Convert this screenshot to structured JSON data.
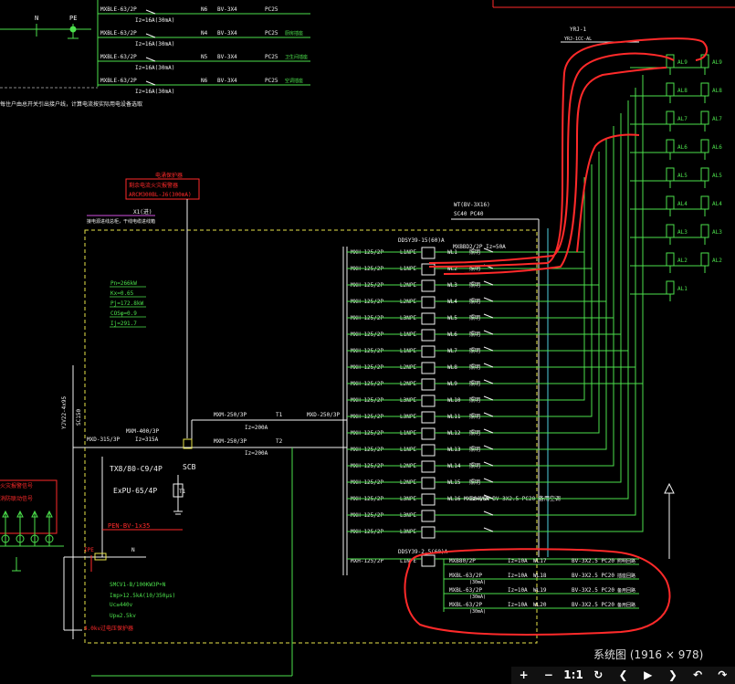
{
  "colors": {
    "green": "#4ce04c",
    "red": "#ff2a2a",
    "white": "#f2f2f2",
    "yellow": "#e8e44a",
    "magenta": "#d24fe0",
    "cyan": "#4fd0e0",
    "bg": "#000000"
  },
  "top_left": {
    "n_label": "N",
    "pe_label": "PE",
    "rows": [
      {
        "breaker": "MXBLE-63/2P",
        "setting": "Iz=16A(30mA)",
        "phase": "N6",
        "cable": "BV-3X4",
        "pipe": "PC25",
        "note": "",
        "y": 6
      },
      {
        "breaker": "MXBLE-63/2P",
        "setting": "Iz=16A(30mA)",
        "phase": "N4",
        "cable": "BV-3X4",
        "pipe": "PC25",
        "note": "厨房插座",
        "y": 32
      },
      {
        "breaker": "MXBLE-63/2P",
        "setting": "Iz=16A(30mA)",
        "phase": "N5",
        "cable": "BV-3X4",
        "pipe": "PC25",
        "note": "卫生间插座",
        "y": 58
      },
      {
        "breaker": "MXBLE-63/2P",
        "setting": "Iz=16A(30mA)",
        "phase": "N6",
        "cable": "BV-3X4",
        "pipe": "PC25",
        "note": "空调插座",
        "y": 84
      }
    ],
    "note_text": "每住户由总开关引出接户线，计算电流按实际用电设备选取"
  },
  "spd_box": {
    "tag": "电涌保护器",
    "line1": "剩余电流火灾报警器",
    "line2": "ARCM300BL-J6(300mA)"
  },
  "incoming": {
    "label": "YJV22-4x95",
    "label2": "SC150",
    "x1": "X1(进)",
    "x1_sub": "接电源进线总柜，干线电缆进线箱",
    "pe_cable": "PEN-BV-1x35"
  },
  "params": {
    "pn": "Pn=266kW",
    "kx": "Kx=0.65",
    "pj": "Pj=172.8kW",
    "cos": "COSφ=0.9",
    "ij": "Ij=291.7"
  },
  "main": {
    "mxd": "MXD-315/3P",
    "mxm": "MXM-400/3P",
    "iz": "Iz=315A",
    "tx": "TX8/80-C9/4P",
    "ex": "ExPU-65/4P",
    "scb": "SCB",
    "t1": "T1"
  },
  "outgoing": {
    "o1": "MXM-250/3P",
    "o2": "MXM-250/3P",
    "iz": "Iz=200A",
    "t1": "T1",
    "t2": "T2",
    "mxd2": "MXD-250/3P",
    "dds1": "DDSY39-15(60)A",
    "mxb": "MXBBD2/2P Iz=50A",
    "wt": "WT(BV-3X16)",
    "wt2": "SC40 PC40",
    "dds2": "DDSY39-2.5(60)A",
    "breakers": [
      {
        "b": "MXH-125/2P",
        "ph": "L1NPE",
        "wl": "WL1",
        "t": "照明"
      },
      {
        "b": "MXH-125/2P",
        "ph": "L1NPE",
        "wl": "WL2",
        "t": "照明"
      },
      {
        "b": "MXH-125/2P",
        "ph": "L2NPE",
        "wl": "WL3",
        "t": "照明"
      },
      {
        "b": "MXH-125/2P",
        "ph": "L2NPE",
        "wl": "WL4",
        "t": "照明"
      },
      {
        "b": "MXH-125/2P",
        "ph": "L3NPE",
        "wl": "WL5",
        "t": "照明"
      },
      {
        "b": "MXH-125/2P",
        "ph": "L1NPE",
        "wl": "WL6",
        "t": "照明"
      },
      {
        "b": "MXH-125/2P",
        "ph": "L1NPE",
        "wl": "WL7",
        "t": "照明"
      },
      {
        "b": "MXH-125/2P",
        "ph": "L2NPE",
        "wl": "WL8",
        "t": "照明"
      },
      {
        "b": "MXH-125/2P",
        "ph": "L2NPE",
        "wl": "WL9",
        "t": "照明"
      },
      {
        "b": "MXH-125/2P",
        "ph": "L3NPE",
        "wl": "WL10",
        "t": "照明"
      },
      {
        "b": "MXH-125/2P",
        "ph": "L3NPE",
        "wl": "WL11",
        "t": "照明"
      },
      {
        "b": "MXH-125/2P",
        "ph": "L1NPE",
        "wl": "WL12",
        "t": "照明"
      },
      {
        "b": "MXH-125/2P",
        "ph": "L1NPE",
        "wl": "WL13",
        "t": "照明"
      },
      {
        "b": "MXH-125/2P",
        "ph": "L2NPE",
        "wl": "WL14",
        "t": "照明"
      },
      {
        "b": "MXH-125/2P",
        "ph": "L2NPE",
        "wl": "WL15",
        "t": "照明"
      },
      {
        "b": "MXH-125/2P",
        "ph": "L3NPE",
        "wl": "WL16 MXB80/2P",
        "t": "Iz=16A BV-3X2.5 PC20 备用空调"
      },
      {
        "b": "MXH-125/2P",
        "ph": "L3NPE",
        "wl": "",
        "t": ""
      },
      {
        "b": "MXH-125/2P",
        "ph": "L3NPE",
        "wl": "",
        "t": ""
      }
    ],
    "last": {
      "b": "MXH-125/2P",
      "ph": "L1NPE"
    },
    "sub": [
      {
        "b": "MXB80/2P",
        "iz": "Iz=10A",
        "wl": "WL17",
        "c": "BV-3X2.5 PC20",
        "n": "照明回路"
      },
      {
        "b": "MXBL-63/2P",
        "iz": "Iz=10A",
        "wl": "WL18",
        "c": "BV-3X2.5 PC20",
        "n": "插座回路",
        "ma": "(30mA)"
      },
      {
        "b": "MXBL-63/2P",
        "iz": "Iz=10A",
        "wl": "WL19",
        "c": "BV-3X2.5 PC20",
        "n": "备用回路",
        "ma": "(30mA)"
      },
      {
        "b": "MXBL-63/2P",
        "iz": "Iz=10A",
        "wl": "WL20",
        "c": "BV-3X2.5 PC20",
        "n": "备用回路",
        "ma": "(30mA)"
      }
    ]
  },
  "spd2": {
    "l1": "SMCV1-B/100KW3P+N",
    "l2": "Imp>12.5kA(10/350μs)",
    "l3": "Uc≥440v",
    "l4": "Up≤2.5kv"
  },
  "bottom_note": "4.0kv过电压保护器",
  "ipe": "IPE",
  "n": "N",
  "left_box": {
    "t1": "火灾报警信号",
    "t2": "消防联动信号"
  },
  "right": {
    "yrj": "YRJ-1",
    "yrj2": "YRJ-1CC-AL",
    "al": [
      "AL9",
      "AL9",
      "AL8",
      "AL8",
      "AL7",
      "AL7",
      "AL6",
      "AL6",
      "AL5",
      "AL5",
      "AL4",
      "AL4",
      "AL3",
      "AL3",
      "AL2",
      "AL2",
      "AL1"
    ]
  },
  "viewer": {
    "title": "系统图 (1916 × 978)",
    "tools": [
      {
        "n": "zoom-in-button",
        "g": "+"
      },
      {
        "n": "zoom-out-button",
        "g": "−"
      },
      {
        "n": "actual-size-button",
        "g": "1:1"
      },
      {
        "n": "rotate-icon",
        "g": "↻"
      },
      {
        "n": "prev-button",
        "g": "❮"
      },
      {
        "n": "play-button",
        "g": "▶"
      },
      {
        "n": "next-button",
        "g": "❯"
      },
      {
        "n": "undo-button",
        "g": "↶"
      },
      {
        "n": "redo-button",
        "g": "↷"
      }
    ]
  }
}
